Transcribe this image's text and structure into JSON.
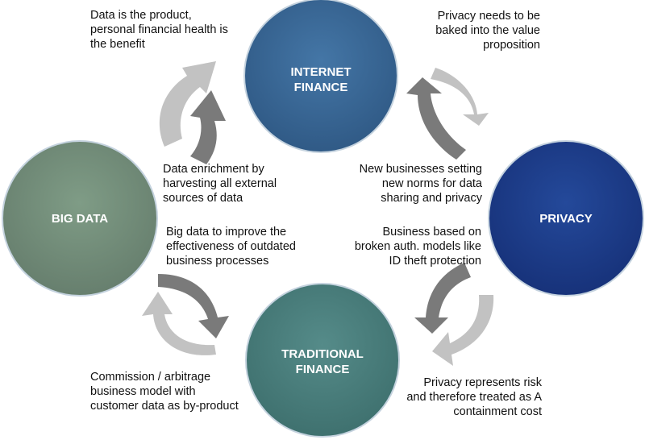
{
  "nodes": {
    "internet_finance": {
      "line1": "INTERNET",
      "line2": "FINANCE",
      "color": "#3b6694"
    },
    "big_data": {
      "line1": "BIG DATA",
      "color": "#73917a"
    },
    "privacy": {
      "line1": "PRIVACY",
      "color": "#1d3d8a"
    },
    "traditional_finance": {
      "line1": "TRADITIONAL",
      "line2": "FINANCE",
      "color": "#4a7f7e"
    }
  },
  "notes": {
    "top_left": [
      "Data is the product,",
      "personal financial health is",
      "the benefit"
    ],
    "top_right": [
      "Privacy needs to be",
      "baked into the  value",
      "proposition"
    ],
    "center_left_upper": [
      "Data enrichment by",
      "harvesting all external",
      "sources of data"
    ],
    "center_right_upper": [
      "New businesses setting",
      "new norms for data",
      "sharing and privacy"
    ],
    "center_left_lower": [
      "Big data to improve the",
      "effectiveness of outdated",
      "business processes"
    ],
    "center_right_lower": [
      "Business based on",
      "broken auth. models like",
      "ID theft protection"
    ],
    "bottom_left": [
      "Commission / arbitrage",
      "business model with",
      "customer data as by-product"
    ],
    "bottom_right": [
      "Privacy represents risk",
      "and therefore treated as A",
      "containment cost"
    ]
  },
  "colors": {
    "arrow_light": "#c2c2c2",
    "arrow_dark": "#7a7a7a",
    "circle_stroke": "#b9c8d6"
  }
}
